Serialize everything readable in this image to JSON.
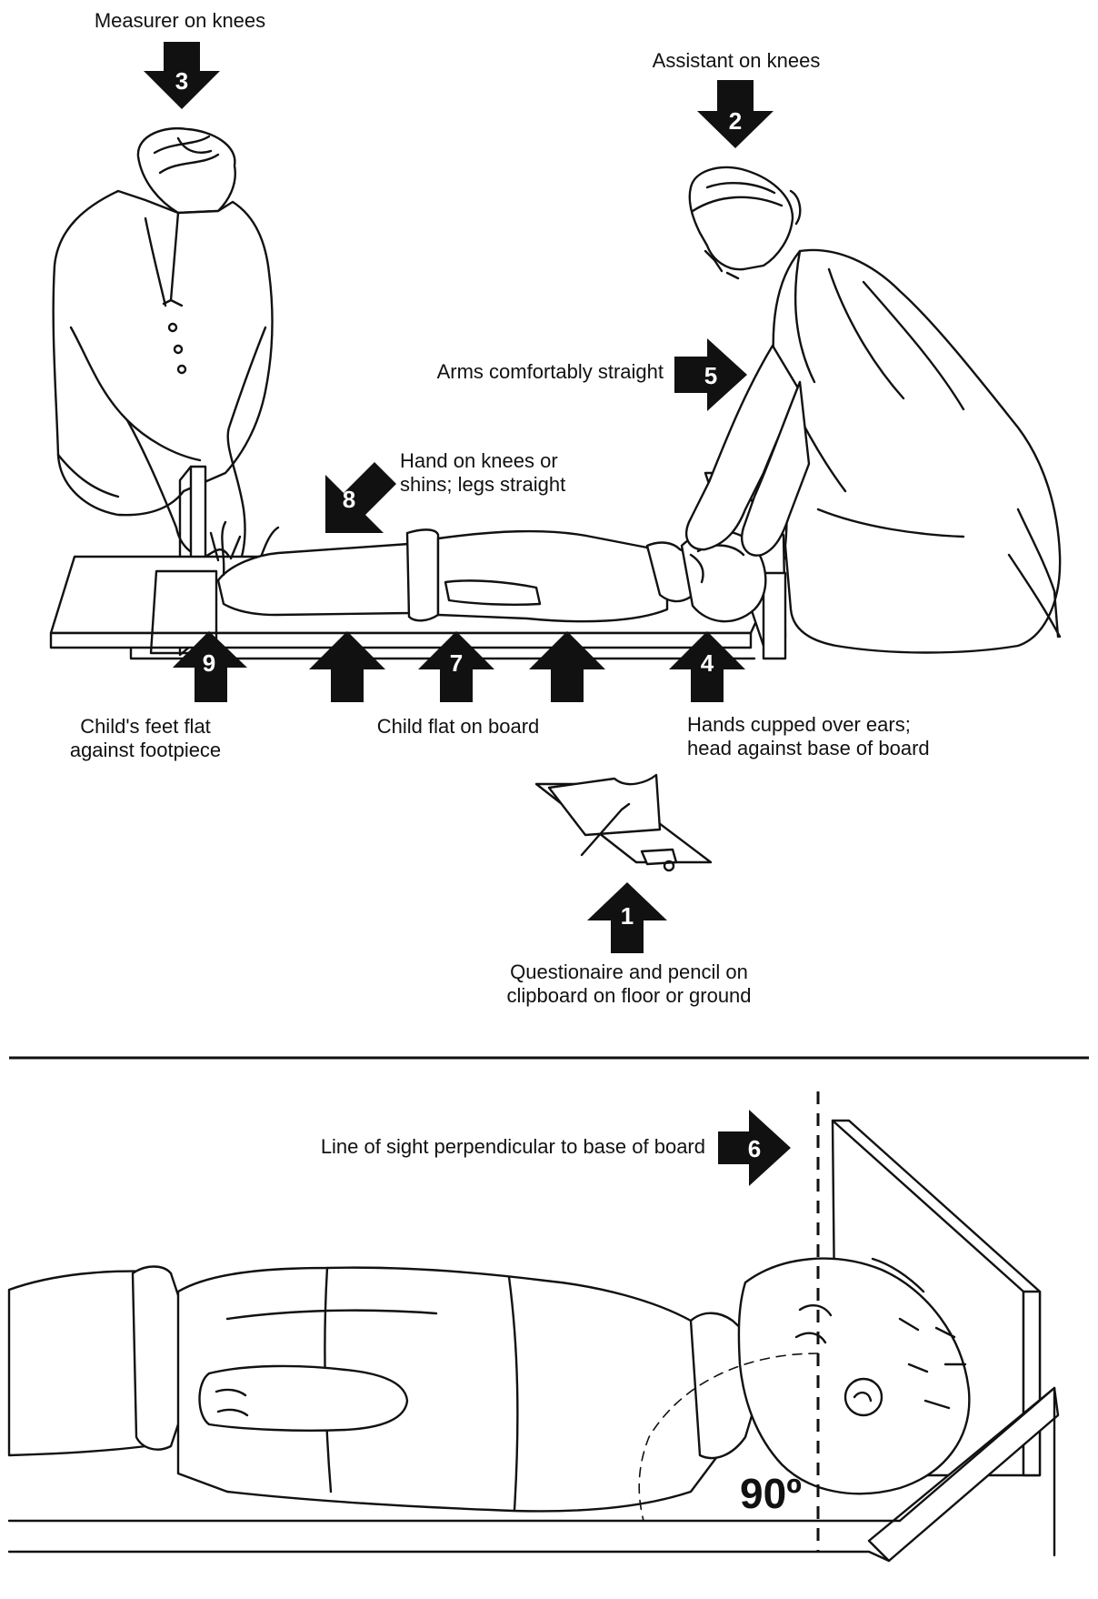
{
  "steps": [
    {
      "n": "1",
      "label": "Questionaire and pencil on clipboard on floor or ground"
    },
    {
      "n": "2",
      "label": "Assistant on knees"
    },
    {
      "n": "3",
      "label": "Measurer on knees"
    },
    {
      "n": "4",
      "label": "Hands cupped over ears; head against base of board"
    },
    {
      "n": "5",
      "label": "Arms comfortably straight"
    },
    {
      "n": "6",
      "label": "Line of sight perpendicular to base of board"
    },
    {
      "n": "7",
      "label": "Child flat on board"
    },
    {
      "n": "8",
      "label": "Hand on knees or shins; legs straight"
    },
    {
      "n": "9",
      "label": "Child's feet flat against footpiece"
    }
  ],
  "labels": {
    "measurer": "Measurer on knees",
    "assistant": "Assistant on knees",
    "arms": "Arms comfortably straight",
    "hand_line1": "Hand on knees or",
    "hand_line2": "shins; legs straight",
    "feet_line1": "Child's feet flat",
    "feet_line2": "against footpiece",
    "child_flat": "Child flat on board",
    "hands_line1": "Hands cupped over ears;",
    "hands_line2": "head against base of board",
    "quest_line1": "Questionaire and pencil on",
    "quest_line2": "clipboard on floor or ground",
    "sight": "Line of sight perpendicular to base of board",
    "angle": "90º"
  },
  "colors": {
    "ink": "#111111",
    "paper": "#ffffff"
  }
}
